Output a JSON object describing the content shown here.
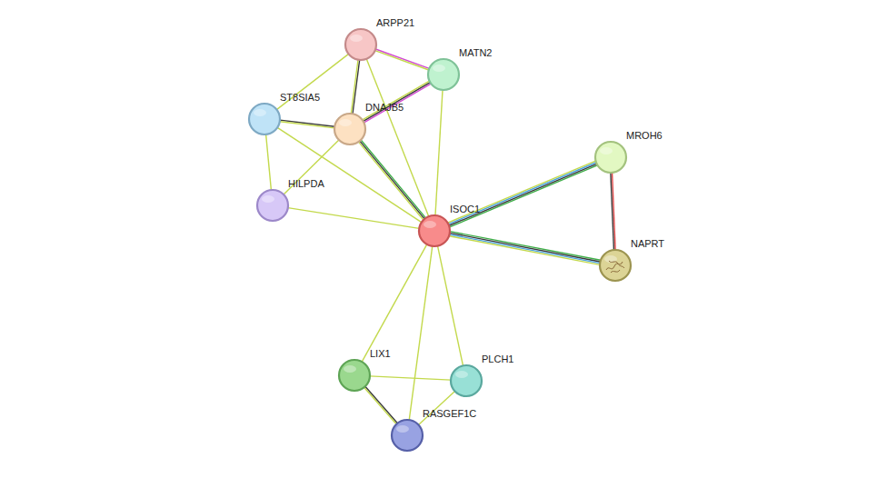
{
  "diagram": {
    "nodes": [
      {
        "text": [
          "ARPP21"
        ]
      },
      {
        "text": [
          "MATN2"
        ]
      },
      {
        "text": [
          "ST8SIA5"
        ]
      },
      {
        "text": [
          "DNAJB5"
        ]
      },
      {
        "text": [
          "MROH6"
        ]
      },
      {
        "text": [
          "HILPDA"
        ]
      },
      {
        "text": [
          "ISOC1"
        ]
      },
      {
        "text": [
          "NAPRT"
        ]
      },
      {
        "text": [
          "LIX1"
        ]
      },
      {
        "text": [
          "PLCH1"
        ]
      },
      {
        "text": [
          "RASGEF1C"
        ]
      }
    ],
    "edges": [
      {
        "from": 0,
        "to": 1,
        "arrow": "none"
      },
      {
        "from": 0,
        "to": 2,
        "arrow": "none"
      },
      {
        "from": 0,
        "to": 3,
        "arrow": "none"
      },
      {
        "from": 0,
        "to": 6,
        "arrow": "none"
      },
      {
        "from": 1,
        "to": 3,
        "arrow": "none"
      },
      {
        "from": 1,
        "to": 6,
        "arrow": "none"
      },
      {
        "from": 2,
        "to": 3,
        "arrow": "none"
      },
      {
        "from": 2,
        "to": 5,
        "arrow": "none"
      },
      {
        "from": 2,
        "to": 6,
        "arrow": "none"
      },
      {
        "from": 3,
        "to": 5,
        "arrow": "none"
      },
      {
        "from": 3,
        "to": 6,
        "arrow": "none"
      },
      {
        "from": 4,
        "to": 6,
        "arrow": "none"
      },
      {
        "from": 4,
        "to": 7,
        "arrow": "none"
      },
      {
        "from": 5,
        "to": 6,
        "arrow": "none"
      },
      {
        "from": 6,
        "to": 7,
        "arrow": "none"
      },
      {
        "from": 6,
        "to": 8,
        "arrow": "none"
      },
      {
        "from": 6,
        "to": 9,
        "arrow": "none"
      },
      {
        "from": 6,
        "to": 10,
        "arrow": "none"
      },
      {
        "from": 8,
        "to": 9,
        "arrow": "none"
      },
      {
        "from": 8,
        "to": 10,
        "arrow": "none"
      },
      {
        "from": 9,
        "to": 10,
        "arrow": "none"
      }
    ]
  }
}
